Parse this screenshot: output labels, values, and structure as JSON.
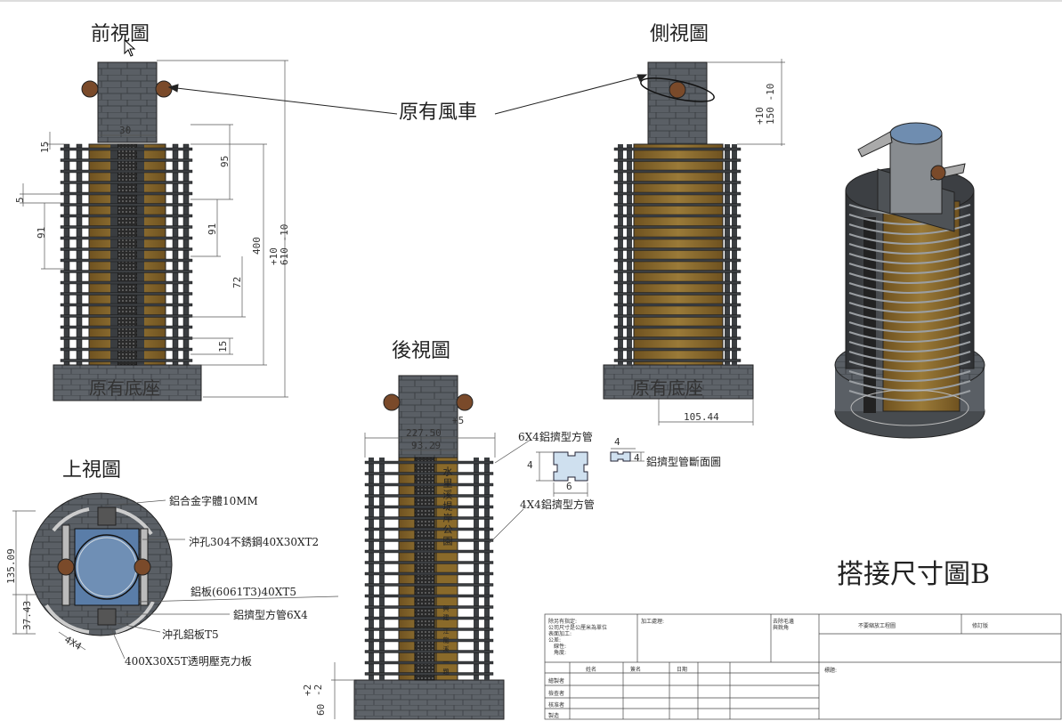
{
  "views": {
    "front": "前視圖",
    "side": "側視圖",
    "back": "後視圖",
    "top": "上視圖"
  },
  "labels": {
    "windmill": "原有風車",
    "base_front": "原有底座",
    "base_side": "原有底座",
    "tube_6x4": "6X4鋁擠型方管",
    "tube_4x4": "4X4鋁擠型方管",
    "tube_section": "鋁擠型管斷面圖",
    "letter_alloy": "鋁合金字體10MM",
    "perforated_steel": "沖孔304不銹鋼40X30XT2",
    "al_plate": "鋁板(6061T3)40XT5",
    "al_tube_6x4": "鋁擠型方管6X4",
    "perforated_al": "沖孔鋁板T5",
    "acrylic": "400X30X5T透明壓克力板",
    "sheet_title": "搭接尺寸圖B",
    "plaque_text": "水里溪堤岸公園",
    "plaque_small": "興建 江龍溪 一題"
  },
  "dims": {
    "front_top": "30",
    "front_15a": "15",
    "front_5": "5",
    "front_91a": "91",
    "front_95": "95",
    "front_91b": "91",
    "front_400": "400",
    "front_total": "+10\n610 -10",
    "front_72": "72",
    "front_15b": "15",
    "side_top": "+10\n150 -10",
    "side_bottom": "105.44",
    "back_top_a": "227.50",
    "back_top_tol": "+5",
    "back_top_b": "93.29",
    "back_bottom_tol": "+2\n-2",
    "back_bottom_60": "60",
    "section_4a": "4",
    "section_4b": "4",
    "section_4c": "4",
    "section_6": "6",
    "top_135": "135.09",
    "top_37": "37.43",
    "top_4x4": "4X4"
  },
  "title_block": {
    "notes": [
      "除另有指定:",
      "公司尺寸是公厘米為單位",
      "表面加工:",
      "公差:",
      "線性:",
      "角度:"
    ],
    "finish": "加工處理:",
    "no_scale": "去除毛邊",
    "sharp": "與銳角",
    "no_scale_drawing": "不要縮放工程圖",
    "revision": "修訂版",
    "title": "標題:",
    "row_headers": [
      "繪製者",
      "檢查者",
      "核准者",
      "製造"
    ],
    "col_headers": [
      "姓名",
      "簽名",
      "日期"
    ]
  },
  "colors": {
    "steel": "#44474a",
    "gold": "#8a6a2a",
    "base": "#5d6268",
    "blue": "#5a7da8"
  }
}
